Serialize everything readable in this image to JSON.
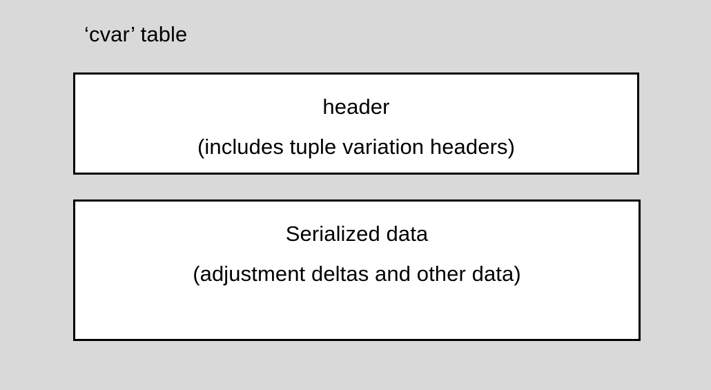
{
  "slide": {
    "title": "‘cvar’ table",
    "background_color": "#d9d9d9",
    "box_fill_color": "#ffffff",
    "box_border_color": "#000000",
    "text_color": "#000000"
  },
  "boxes": [
    {
      "name": "header-box",
      "line1": "header",
      "line2": "(includes tuple variation headers)"
    },
    {
      "name": "serialized-data-box",
      "line1": "Serialized data",
      "line2": "(adjustment deltas and other data)"
    }
  ]
}
